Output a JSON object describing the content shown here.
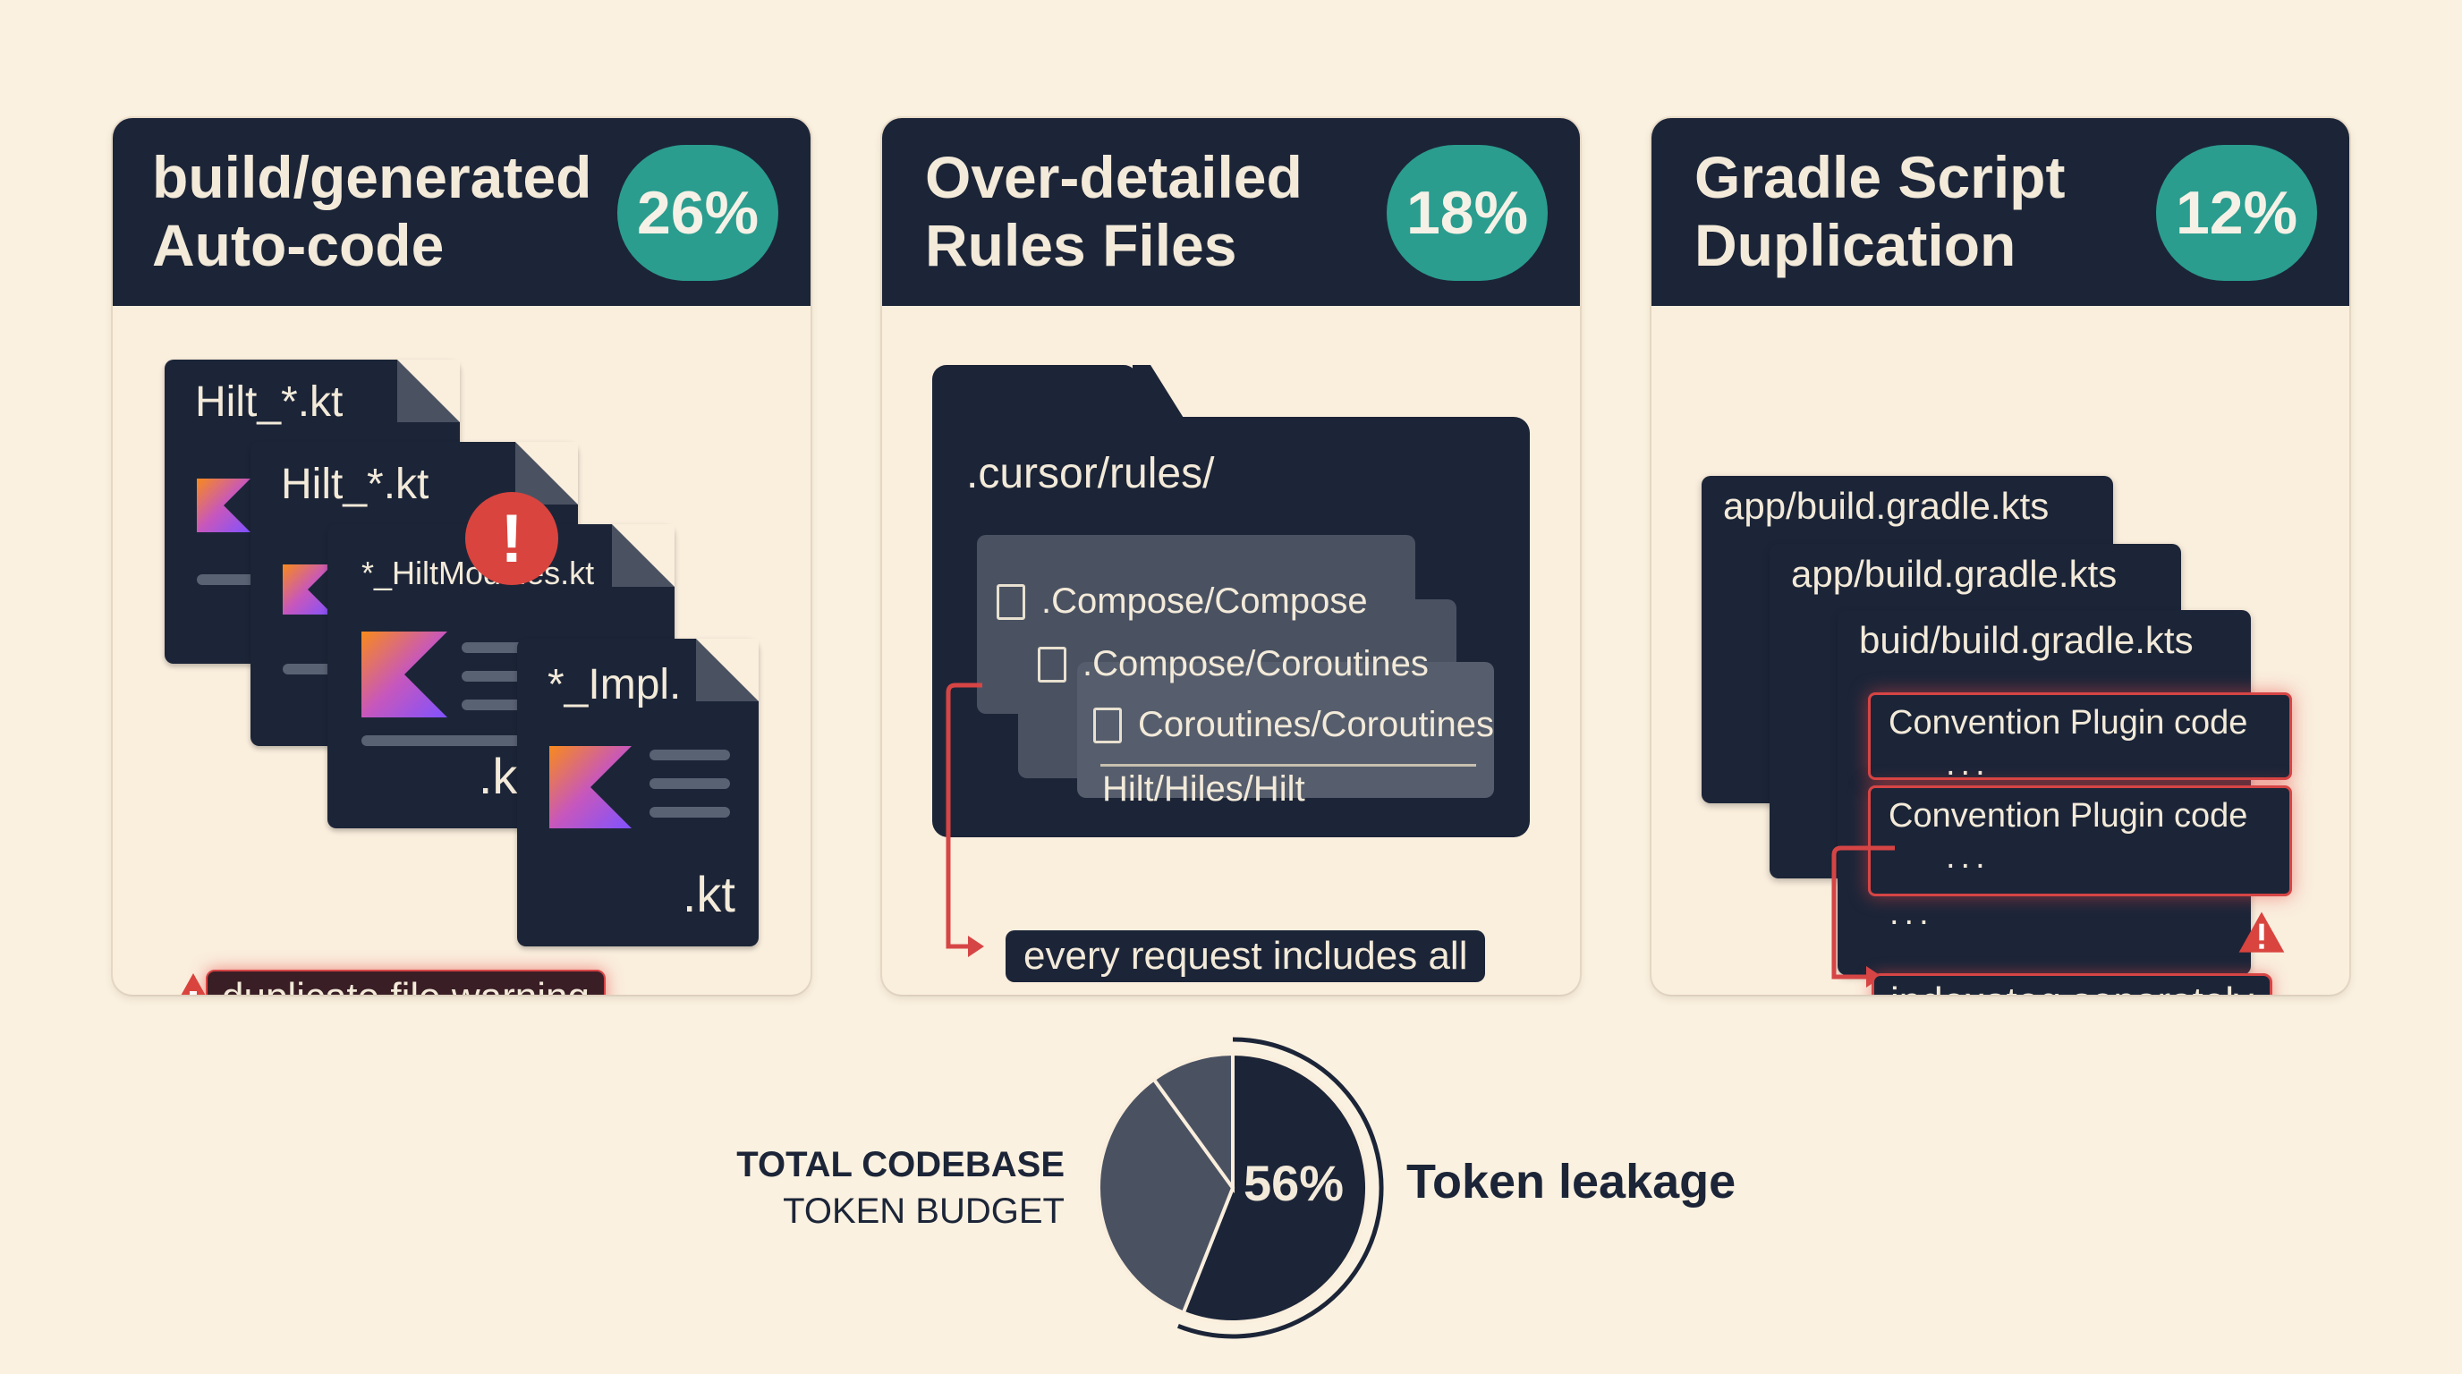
{
  "cards": [
    {
      "title": "build/generated\nAuto-code",
      "percent": "26%",
      "files": [
        {
          "label": "Hilt_*.kt"
        },
        {
          "label": "Hilt_*.kt"
        },
        {
          "label": "*_HiltModules.kt",
          "ext": ".kt"
        },
        {
          "label": "*_Impl.",
          "ext": ".kt"
        }
      ],
      "warning": "duplicate file warning",
      "alert_icon": "exclamation-icon"
    },
    {
      "title": "Over-detailed\nRules Files",
      "percent": "18%",
      "folder": ".cursor/rules/",
      "rules": [
        ".Compose/Compose",
        ".Compose/Coroutines",
        "Coroutines/Coroutines",
        "Hilt/Hiles/Hilt"
      ],
      "note": "every request includes all"
    },
    {
      "title": "Gradle Script\nDuplication",
      "percent": "12%",
      "scripts": [
        "app/build.gradle.kts",
        "app/build.gradle.kts",
        "buid/build.gradle.kts"
      ],
      "plugin_blocks": [
        "Convention Plugin code",
        "Convention Plugin code"
      ],
      "ellipsis": "...",
      "note": "indexateg separately"
    }
  ],
  "summary": {
    "label_bold": "TOTAL CODEBASE",
    "label_regular": "TOKEN BUDGET",
    "leak_percent": "56%",
    "leak_label": "Token leakage"
  },
  "chart_data": {
    "type": "pie",
    "slices": [
      {
        "label": "Token leakage",
        "value": 56
      },
      {
        "label": "",
        "value": 34
      },
      {
        "label": "",
        "value": 10
      }
    ]
  },
  "colors": {
    "navy": "#1c2538",
    "teal": "#2a9d8f",
    "alert_red": "#d9443e",
    "background": "#fbf1e0"
  }
}
